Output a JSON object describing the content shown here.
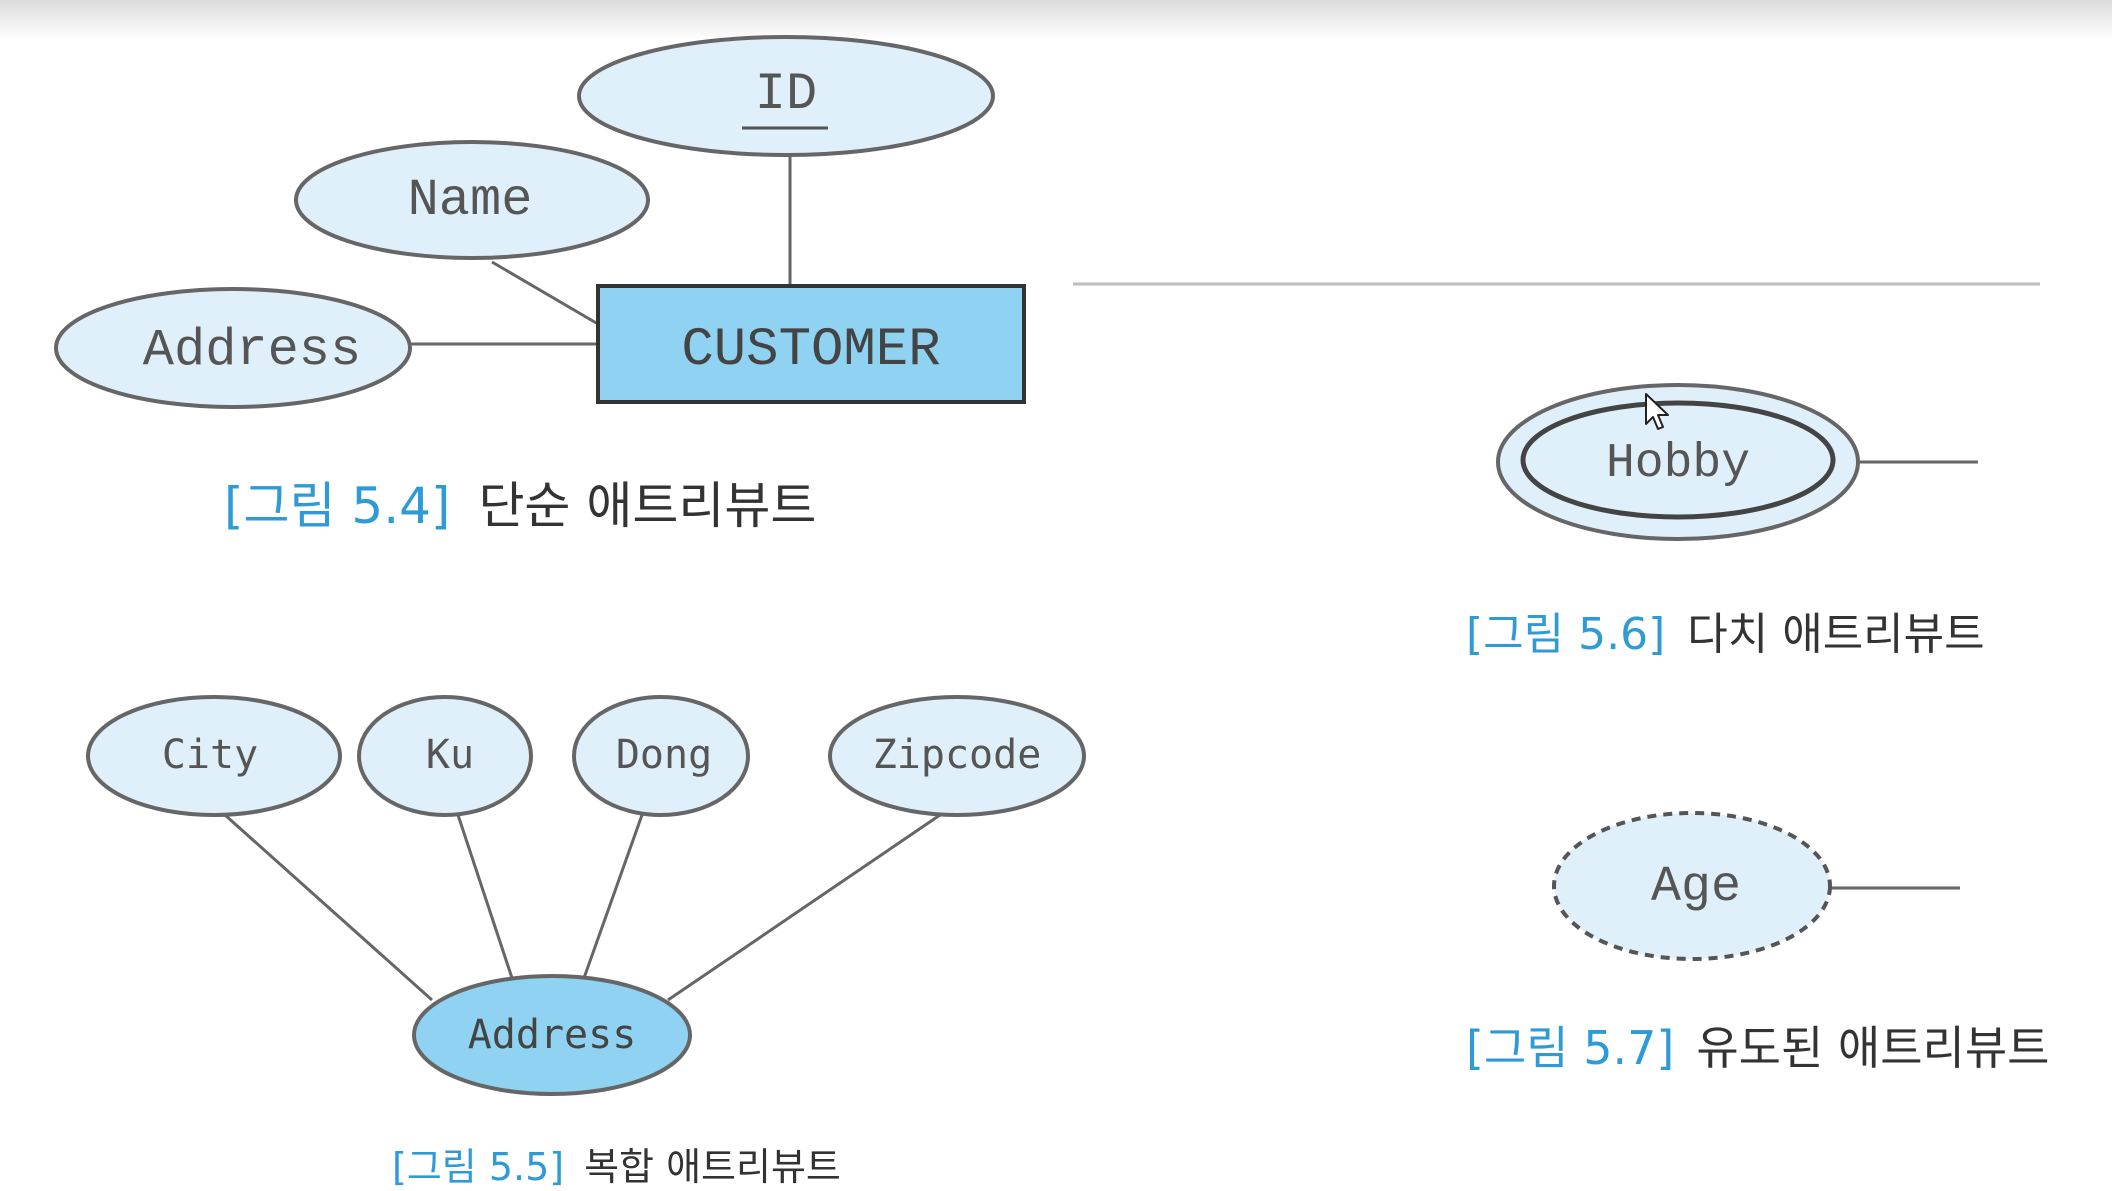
{
  "colors": {
    "attribute_fill": "#e0f0fb",
    "entity_fill": "#8fd2f2",
    "stroke": "#666666",
    "caption_ref": "#2f9bd6",
    "caption_text": "#333333"
  },
  "figure_5_4": {
    "entity": "CUSTOMER",
    "attributes": {
      "id": "ID",
      "name": "Name",
      "address": "Address"
    },
    "caption_ref": "[그림 5.4]",
    "caption_text": "단순 애트리뷰트"
  },
  "figure_5_5": {
    "parent": "Address",
    "children": {
      "city": "City",
      "ku": "Ku",
      "dong": "Dong",
      "zipcode": "Zipcode"
    },
    "caption_ref": "[그림 5.5]",
    "caption_text": "복합 애트리뷰트"
  },
  "figure_5_6": {
    "attribute": "Hobby",
    "caption_ref": "[그림 5.6]",
    "caption_text": "다치 애트리뷰트"
  },
  "figure_5_7": {
    "attribute": "Age",
    "caption_ref": "[그림 5.7]",
    "caption_text": "유도된 애트리뷰트"
  },
  "cursor_icon": "mouse-pointer-icon"
}
